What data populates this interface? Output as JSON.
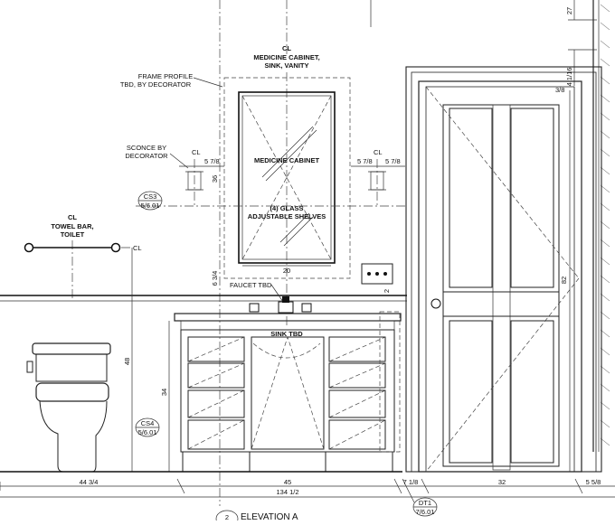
{
  "colors": {
    "ink": "#111111",
    "paper": "#ffffff",
    "hatch": "#888888"
  },
  "notes": {
    "medicine_cabinet_cl": [
      "CL",
      "MEDICINE CABINET,",
      "SINK, VANITY"
    ],
    "frame_profile": [
      "FRAME PROFILE",
      "TBD, BY DECORATOR"
    ],
    "sconce": [
      "SCONCE BY",
      "DECORATOR"
    ],
    "towel_bar": [
      "CL",
      "TOWEL BAR,",
      "TOILET"
    ],
    "cl": "CL",
    "medicine_cabinet": "MEDICINE CABINET",
    "glass_shelves": [
      "(4) GLASS",
      "ADJUSTABLE SHELVES"
    ],
    "faucet": "FAUCET TBD",
    "sink": "SINK TBD"
  },
  "dims": {
    "d_27": "27",
    "d_4_1_16": "4 1/16",
    "d_3_8": "3/8",
    "d_5_7_8_left": "5 7/8",
    "d_5_7_8_mid": "5 7/8",
    "d_5_7_8_right": "5 7/8",
    "d_36": "36",
    "d_20": "20",
    "d_6_3_4": "6 3/4",
    "d_2": "2",
    "d_82": "82",
    "d_48": "48",
    "d_34": "34",
    "d_44_3_4": "44 3/4",
    "d_45": "45",
    "d_7_1_8": "7 1/8",
    "d_32": "32",
    "d_5_5_8": "5 5/8",
    "d_134_1_2": "134 1/2"
  },
  "tags": {
    "cs3": {
      "top": "CS3",
      "bottom": "5/6.01"
    },
    "cs4": {
      "top": "CS4",
      "bottom": "5/6.01"
    },
    "dt1": {
      "top": "DT1",
      "bottom": "7/6.01"
    }
  },
  "title": {
    "number": "2",
    "label": "ELEVATION A"
  }
}
